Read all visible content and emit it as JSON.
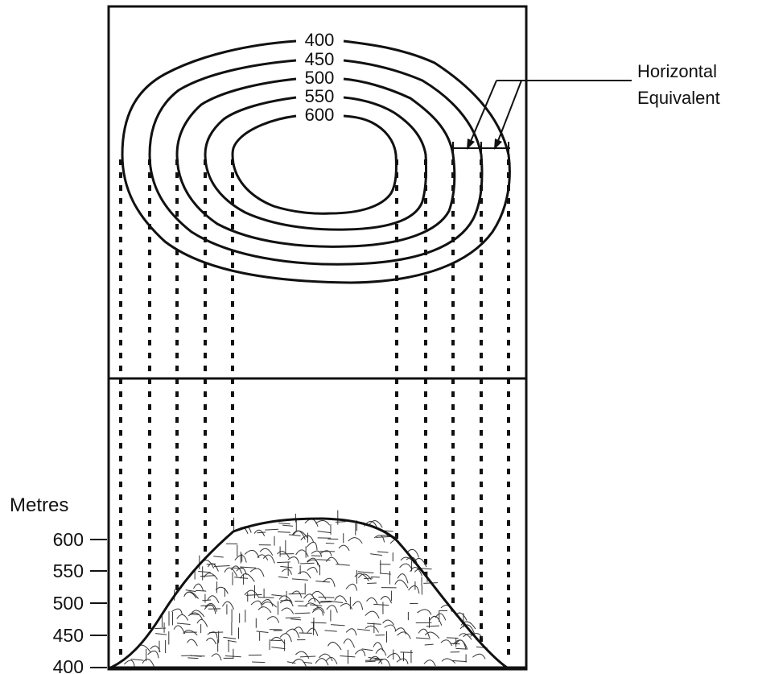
{
  "contour_map": {
    "contours": [
      {
        "elevation": 400,
        "label": "400"
      },
      {
        "elevation": 450,
        "label": "450"
      },
      {
        "elevation": 500,
        "label": "500"
      },
      {
        "elevation": 550,
        "label": "550"
      },
      {
        "elevation": 600,
        "label": "600"
      }
    ]
  },
  "annotation": {
    "line1": "Horizontal",
    "line2": "Equivalent"
  },
  "profile": {
    "axis_title": "Metres",
    "ticks": [
      "600",
      "550",
      "500",
      "450",
      "400"
    ]
  },
  "colors": {
    "ink": "#111111",
    "background": "#ffffff"
  }
}
